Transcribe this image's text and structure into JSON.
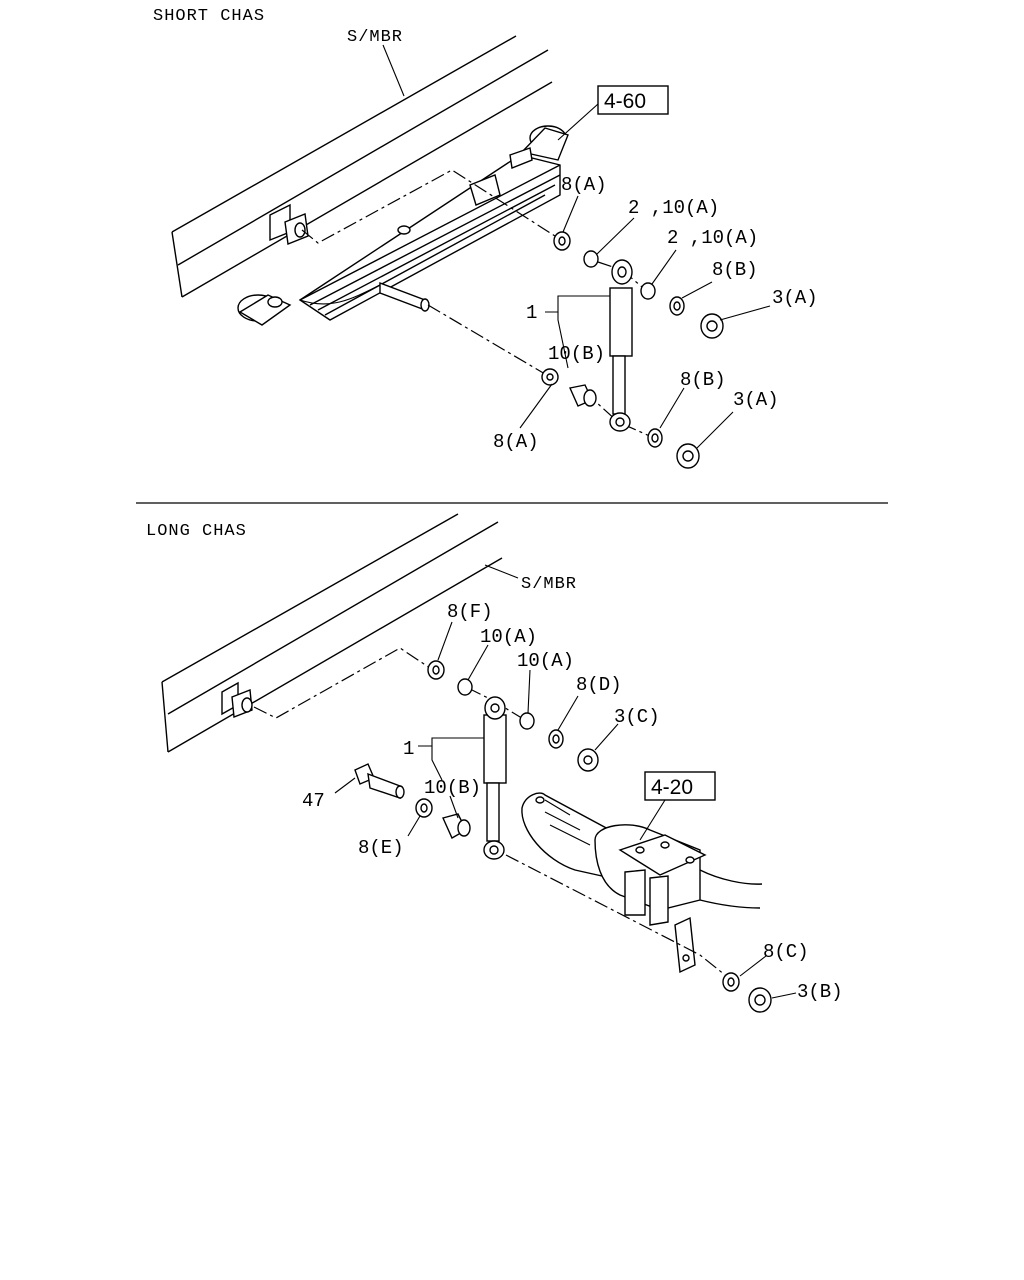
{
  "sections": [
    {
      "title": "SHORT CHAS",
      "member_label": "S/MBR",
      "ref_box": "4-60",
      "callouts": [
        "8(A)",
        "2 ,10(A)",
        "2 ,10(A)",
        "8(B)",
        "3(A)",
        "1",
        "10(B)",
        "8(A)",
        "8(B)",
        "3(A)"
      ]
    },
    {
      "title": "LONG CHAS",
      "member_label": "S/MBR",
      "ref_box": "4-20",
      "callouts": [
        "8(F)",
        "10(A)",
        "10(A)",
        "8(D)",
        "3(C)",
        "1",
        "47",
        "10(B)",
        "8(E)",
        "8(C)",
        "3(B)"
      ]
    }
  ]
}
